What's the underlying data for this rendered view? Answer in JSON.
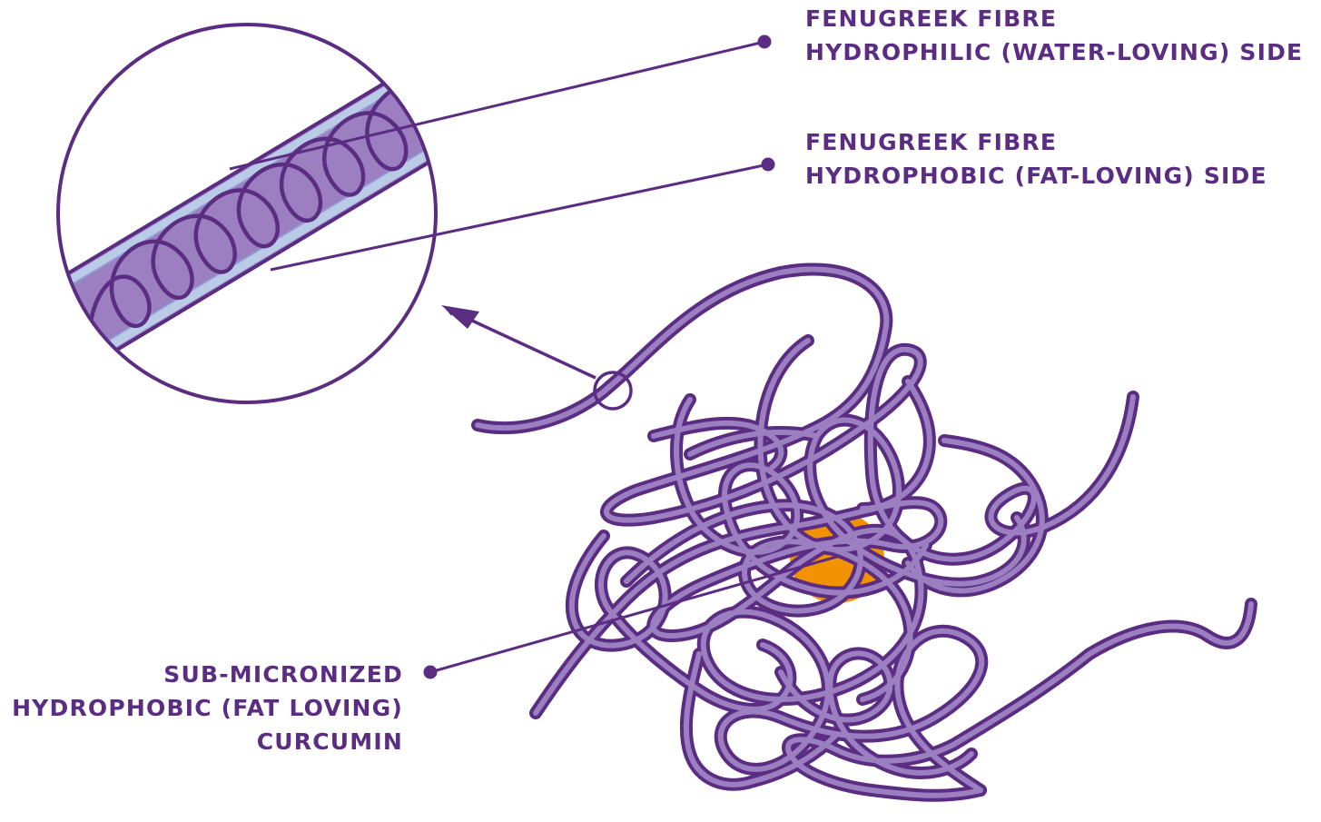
{
  "labels": {
    "hydrophilic": {
      "line1": "FENUGREEK FIBRE",
      "line2": "HYDROPHILIC (WATER-LOVING) SIDE"
    },
    "hydrophobic": {
      "line1": "FENUGREEK FIBRE",
      "line2": "HYDROPHOBIC (FAT-LOVING) SIDE"
    },
    "curcumin": {
      "line1": "SUB-MICRONIZED",
      "line2": "HYDROPHOBIC (FAT LOVING)",
      "line3": "CURCUMIN"
    }
  },
  "colors": {
    "text": "#5a2d82",
    "fibre_outline": "#5a2d82",
    "fibre_fill": "#9b7fc0",
    "hydrophobic_stripe": "#b9cbe6",
    "curcumin": "#f39200"
  }
}
